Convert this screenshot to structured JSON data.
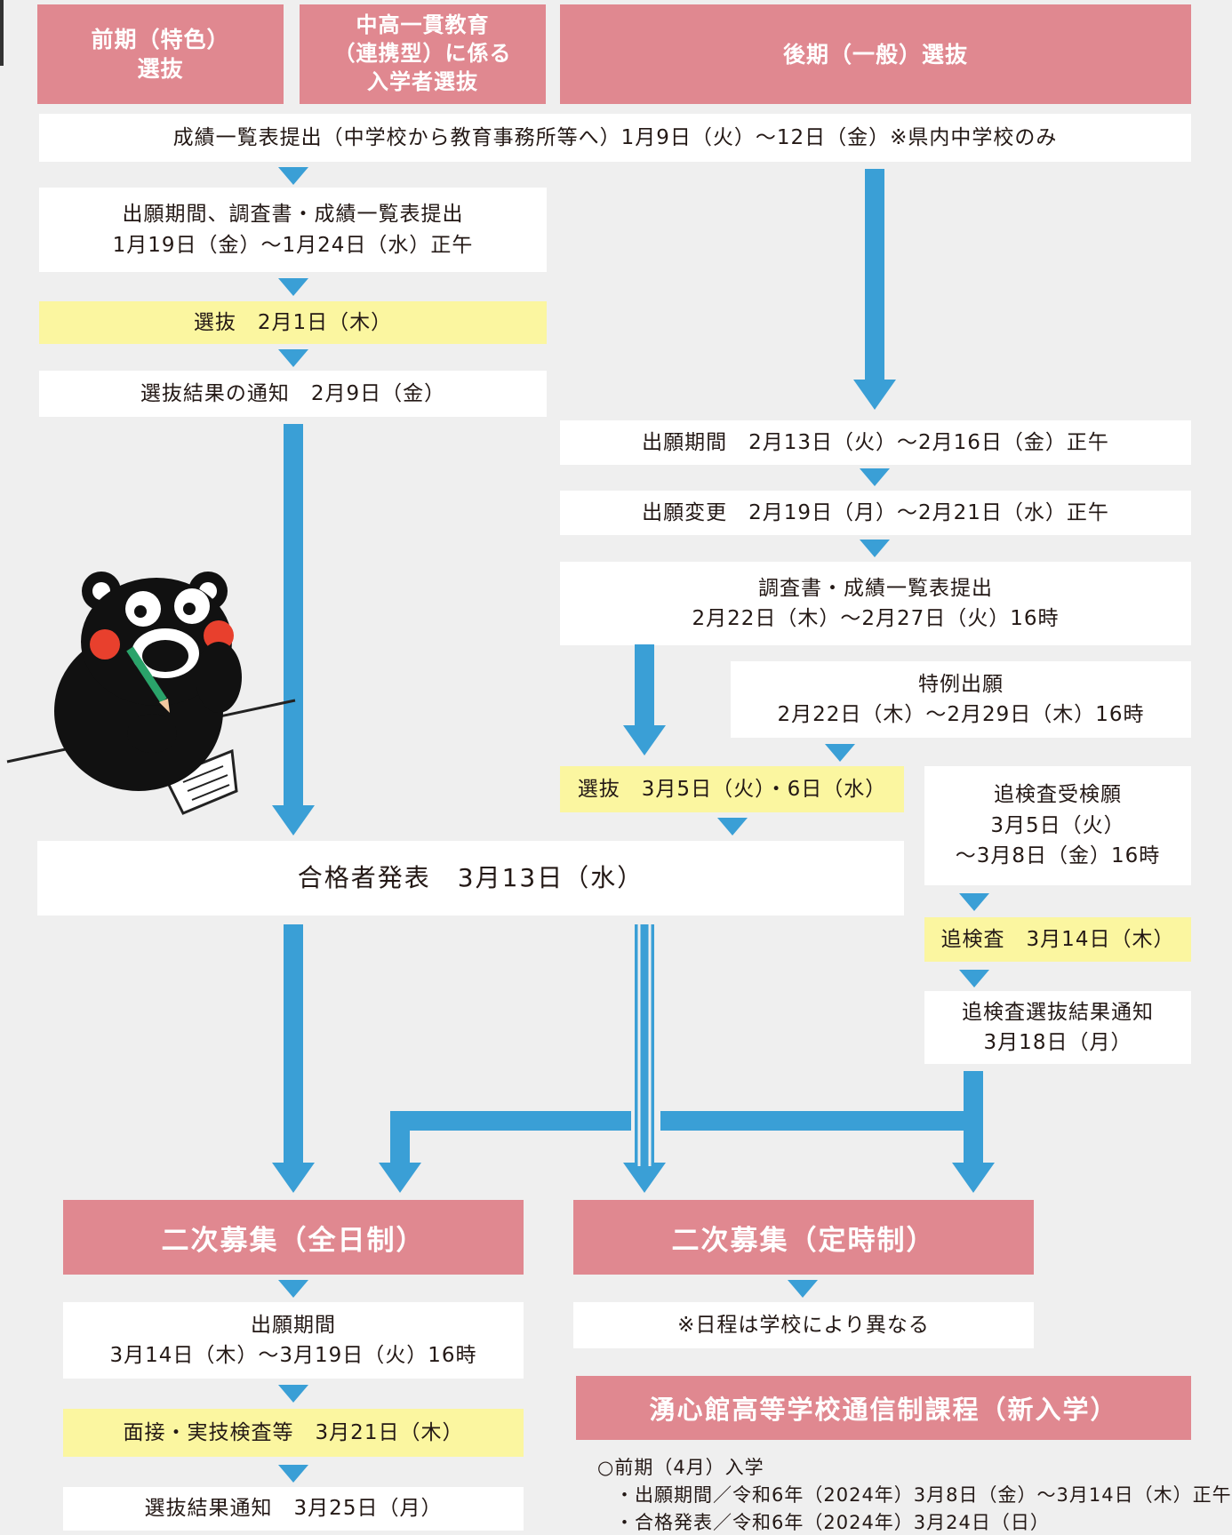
{
  "columns": {
    "early": "前期（特色）\n選抜",
    "integrated": "中高一貫教育\n（連携型）に係る\n入学者選抜",
    "late": "後期（一般）選抜"
  },
  "early_flow": {
    "grade_list": "成績一覧表提出（中学校から教育事務所等へ）1月9日（火）～12日（金）※県内中学校のみ",
    "application_title": "出願期間、調査書・成績一覧表提出",
    "application_dates": "1月19日（金）～1月24日（水）正午",
    "selection": "選抜　2月1日（木）",
    "result": "選抜結果の通知　2月9日（金）"
  },
  "late_flow": {
    "application": "出願期間　2月13日（火）～2月16日（金）正午",
    "change": "出願変更　2月19日（月）～2月21日（水）正午",
    "report_title": "調査書・成績一覧表提出",
    "report_dates": "2月22日（木）～2月27日（火）16時",
    "special_title": "特例出願",
    "special_dates": "2月22日（木）～2月29日（木）16時",
    "selection": "選抜　3月5日（火）・6日（水）",
    "makeup_title": "追検査受検願",
    "makeup_date1": "3月5日（火）",
    "makeup_date2": "～3月8日（金）16時",
    "makeup_exam": "追検査　3月14日（木）",
    "makeup_result_title": "追検査選抜結果通知",
    "makeup_result_date": "3月18日（月）"
  },
  "announcement": "合格者発表　3月13日（水）",
  "secondary_full": {
    "title": "二次募集（全日制）",
    "application_title": "出願期間",
    "application_dates": "3月14日（木）～3月19日（火）16時",
    "interview": "面接・実技検査等　3月21日（木）",
    "result": "選抜結果通知　3月25日（月）"
  },
  "secondary_part": {
    "title": "二次募集（定時制）",
    "note": "※日程は学校により異なる"
  },
  "correspondence": {
    "title": "湧心館高等学校通信制課程（新入学）",
    "line1": "○前期（4月）入学",
    "line2": "・出願期間／令和6年（2024年）3月8日（金）～3月14日（木）正午",
    "line3": "・合格発表／令和6年（2024年）3月24日（日）"
  },
  "colors": {
    "pink": "#e08890",
    "yellow": "#fbf6a0",
    "arrow": "#3a9fd6",
    "background": "#efefef"
  },
  "icons": [
    "mascot-bear-illustration",
    "down-arrow-icon"
  ]
}
